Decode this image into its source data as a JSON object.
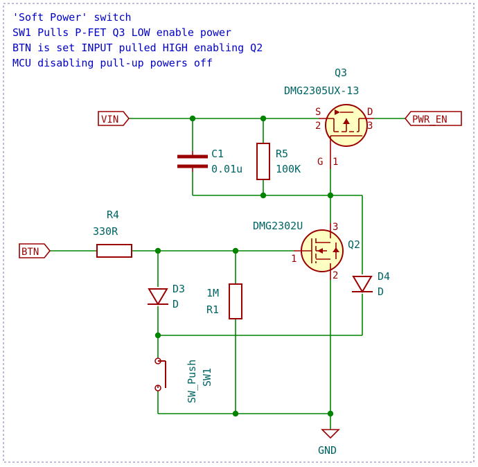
{
  "notes": [
    "'Soft Power' switch",
    "SW1 Pulls P-FET Q3 LOW enable power",
    "BTN is set INPUT pulled HIGH enabling Q2",
    "MCU disabling pull-up powers off"
  ],
  "labels": {
    "vin": "VIN",
    "pwr_en": "PWR_EN",
    "btn": "BTN",
    "gnd": "GND"
  },
  "components": {
    "q3": {
      "ref": "Q3",
      "value": "DMG2305UX-13",
      "pin_s": "S",
      "pin_d": "D",
      "pin_g": "G",
      "pin_2": "2",
      "pin_3": "3",
      "pin_1": "1"
    },
    "q2": {
      "ref": "Q2",
      "value": "DMG2302U",
      "pin_1": "1",
      "pin_2": "2",
      "pin_3": "3"
    },
    "c1": {
      "ref": "C1",
      "value": "0.01u"
    },
    "r5": {
      "ref": "R5",
      "value": "100K"
    },
    "r4": {
      "ref": "R4",
      "value": "330R"
    },
    "r1": {
      "ref": "R1",
      "value": "1M"
    },
    "d3": {
      "ref": "D3",
      "value": "D"
    },
    "d4": {
      "ref": "D4",
      "value": "D"
    },
    "sw1": {
      "ref": "SW1",
      "value": "SW_Push"
    }
  },
  "colors": {
    "wire": "#008400",
    "component": "#9b0000",
    "component_fill": "#ffffc2",
    "note_text": "#0000c8",
    "ref_text": "#006464",
    "border": "#7a7ab0"
  }
}
